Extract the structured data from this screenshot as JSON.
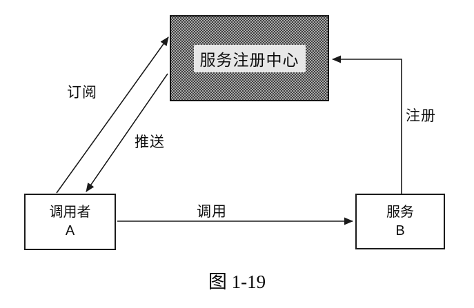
{
  "diagram": {
    "caption": "图 1-19",
    "nodes": {
      "registry": {
        "label": "服务注册中心"
      },
      "caller": {
        "title": "调用者",
        "id": "A"
      },
      "service": {
        "title": "服务",
        "id": "B"
      }
    },
    "edges": {
      "subscribe": {
        "label": "订阅",
        "from": "调用者 A",
        "to": "服务注册中心"
      },
      "push": {
        "label": "推送",
        "from": "服务注册中心",
        "to": "调用者 A"
      },
      "register": {
        "label": "注册",
        "from": "服务 B",
        "to": "服务注册中心"
      },
      "call": {
        "label": "调用",
        "from": "调用者 A",
        "to": "服务 B"
      }
    },
    "colors": {
      "background": "#ffffff",
      "registry_fill": "#aaaaaa",
      "registry_label_bg": "#e7e7e7",
      "box_border": "#1a1a1a",
      "line": "#1a1a1a",
      "text": "#0d0d0d"
    }
  }
}
